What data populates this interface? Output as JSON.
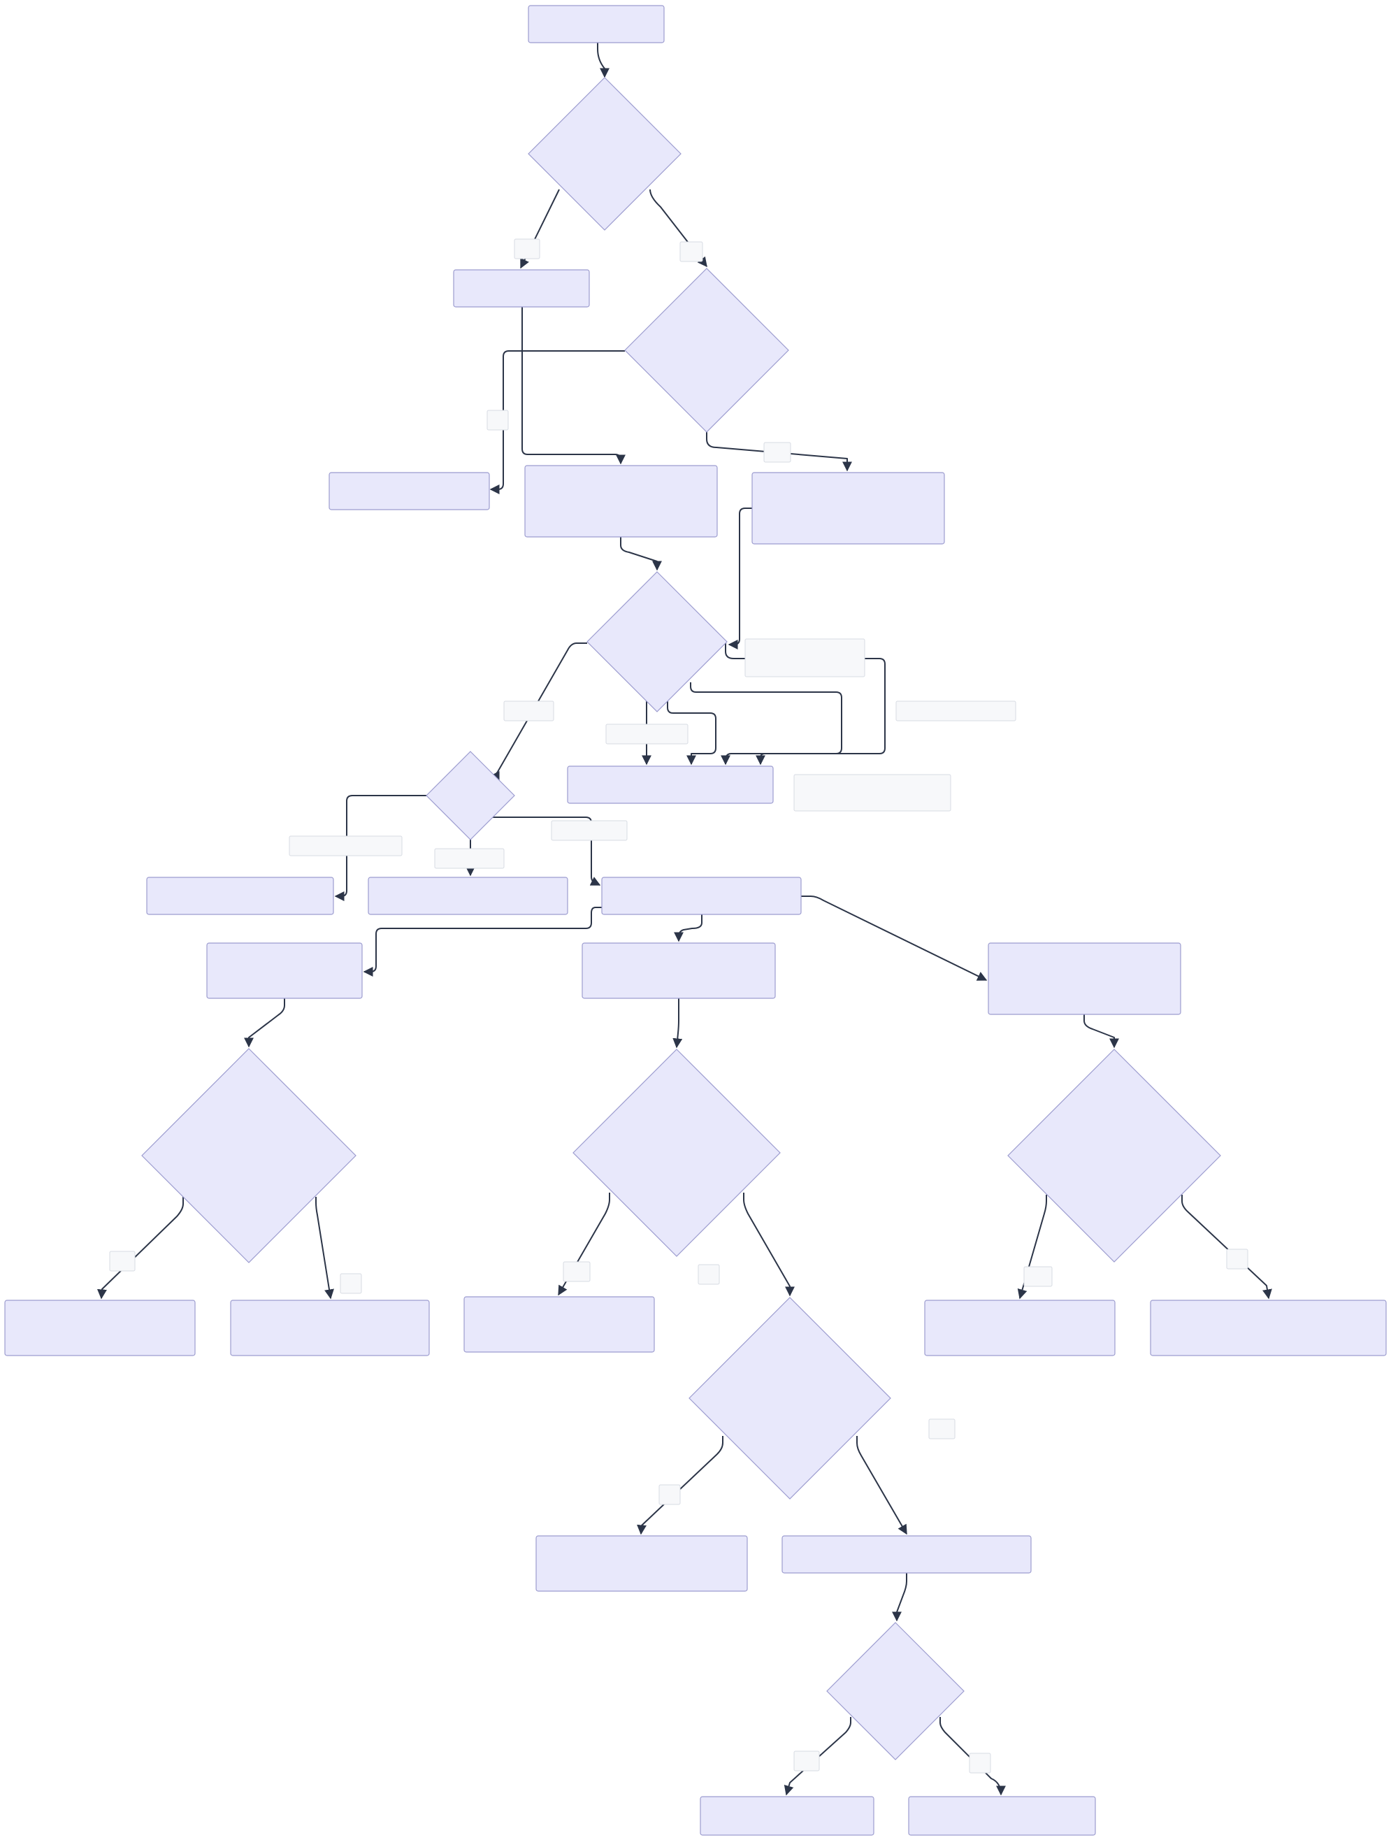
{
  "colors": {
    "node_fill": "#e8e8fb",
    "node_stroke": "#9c9ccf",
    "edge": "#2c3548",
    "label_fill": "#f7f8fa",
    "label_stroke": "#d7dbe3",
    "background": "#ffffff"
  },
  "nodes": [
    {
      "id": "start",
      "shape": "rect",
      "text": ""
    },
    {
      "id": "d1",
      "shape": "diamond",
      "text": ""
    },
    {
      "id": "a1",
      "shape": "rect",
      "text": ""
    },
    {
      "id": "d2",
      "shape": "diamond",
      "text": ""
    },
    {
      "id": "r_left",
      "shape": "rect",
      "text": ""
    },
    {
      "id": "r_mid",
      "shape": "rect",
      "text": ""
    },
    {
      "id": "r_right",
      "shape": "rect",
      "text": ""
    },
    {
      "id": "d3",
      "shape": "diamond",
      "text": ""
    },
    {
      "id": "r_target",
      "shape": "rect",
      "text": ""
    },
    {
      "id": "d4",
      "shape": "diamond",
      "text": ""
    },
    {
      "id": "r_b1",
      "shape": "rect",
      "text": ""
    },
    {
      "id": "r_b2",
      "shape": "rect",
      "text": ""
    },
    {
      "id": "r_hub",
      "shape": "rect",
      "text": ""
    },
    {
      "id": "r_c1",
      "shape": "rect",
      "text": ""
    },
    {
      "id": "r_c2",
      "shape": "rect",
      "text": ""
    },
    {
      "id": "r_c3",
      "shape": "rect",
      "text": ""
    },
    {
      "id": "d5",
      "shape": "diamond",
      "text": ""
    },
    {
      "id": "d6",
      "shape": "diamond",
      "text": ""
    },
    {
      "id": "d7",
      "shape": "diamond",
      "text": ""
    },
    {
      "id": "r_e1",
      "shape": "rect",
      "text": ""
    },
    {
      "id": "r_e2",
      "shape": "rect",
      "text": ""
    },
    {
      "id": "r_e3",
      "shape": "rect",
      "text": ""
    },
    {
      "id": "d8",
      "shape": "diamond",
      "text": ""
    },
    {
      "id": "r_e4",
      "shape": "rect",
      "text": ""
    },
    {
      "id": "r_e5",
      "shape": "rect",
      "text": ""
    },
    {
      "id": "r_f1",
      "shape": "rect",
      "text": ""
    },
    {
      "id": "r_f2",
      "shape": "rect",
      "text": ""
    },
    {
      "id": "d9",
      "shape": "diamond",
      "text": ""
    },
    {
      "id": "r_g1",
      "shape": "rect",
      "text": ""
    },
    {
      "id": "r_g2",
      "shape": "rect",
      "text": ""
    }
  ],
  "edges": [
    {
      "from": "start",
      "to": "d1",
      "label": ""
    },
    {
      "from": "d1",
      "to": "a1",
      "label": ""
    },
    {
      "from": "d1",
      "to": "d2",
      "label": ""
    },
    {
      "from": "d2",
      "to": "r_left",
      "label": ""
    },
    {
      "from": "a1",
      "to": "r_mid",
      "label": ""
    },
    {
      "from": "d2",
      "to": "r_right",
      "label": ""
    },
    {
      "from": "r_mid",
      "to": "d3",
      "label": ""
    },
    {
      "from": "r_right",
      "to": "d3",
      "label": ""
    },
    {
      "from": "d3",
      "to": "d4",
      "label": ""
    },
    {
      "from": "d3",
      "to": "r_target",
      "label": ""
    },
    {
      "from": "d3",
      "to": "r_target",
      "label": ""
    },
    {
      "from": "d3",
      "to": "r_target",
      "label": ""
    },
    {
      "from": "d3",
      "to": "r_target",
      "label": ""
    },
    {
      "from": "d4",
      "to": "r_b1",
      "label": ""
    },
    {
      "from": "d4",
      "to": "r_b2",
      "label": ""
    },
    {
      "from": "d4",
      "to": "r_hub",
      "label": ""
    },
    {
      "from": "r_hub",
      "to": "r_c1",
      "label": ""
    },
    {
      "from": "r_hub",
      "to": "r_c2",
      "label": ""
    },
    {
      "from": "r_hub",
      "to": "r_c3",
      "label": ""
    },
    {
      "from": "r_c1",
      "to": "d5",
      "label": ""
    },
    {
      "from": "r_c2",
      "to": "d6",
      "label": ""
    },
    {
      "from": "r_c3",
      "to": "d7",
      "label": ""
    },
    {
      "from": "d5",
      "to": "r_e1",
      "label": ""
    },
    {
      "from": "d5",
      "to": "r_e2",
      "label": ""
    },
    {
      "from": "d6",
      "to": "r_e3",
      "label": ""
    },
    {
      "from": "d6",
      "to": "d8",
      "label": ""
    },
    {
      "from": "d7",
      "to": "r_e4",
      "label": ""
    },
    {
      "from": "d7",
      "to": "r_e5",
      "label": ""
    },
    {
      "from": "d8",
      "to": "r_f1",
      "label": ""
    },
    {
      "from": "d8",
      "to": "r_f2",
      "label": ""
    },
    {
      "from": "r_f2",
      "to": "d9",
      "label": ""
    },
    {
      "from": "d9",
      "to": "r_g1",
      "label": ""
    },
    {
      "from": "d9",
      "to": "r_g2",
      "label": ""
    }
  ]
}
